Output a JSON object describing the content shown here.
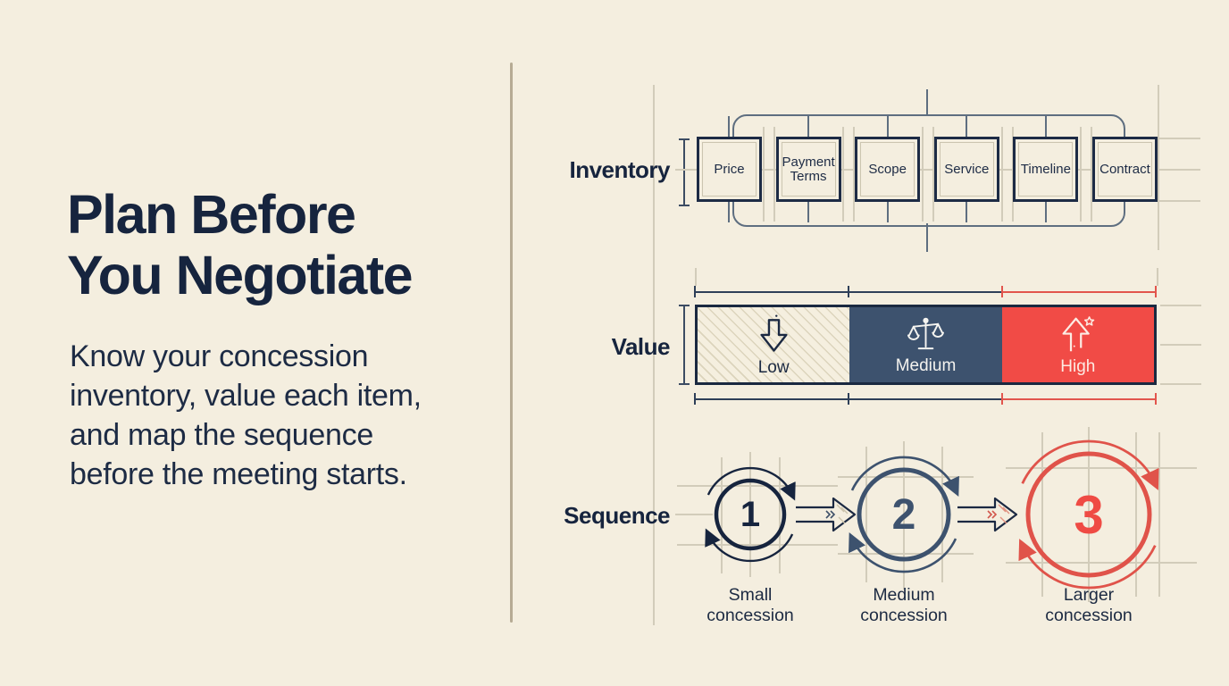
{
  "title": {
    "lines": [
      "Plan Before",
      "You Negotiate"
    ]
  },
  "subtitle": {
    "lines": [
      "Know your concession",
      "inventory, value each item,",
      "and map the sequence",
      "before the meeting starts."
    ]
  },
  "rows": {
    "inventory": {
      "label": "Inventory",
      "items": [
        "Price",
        "Payment Terms",
        "Scope",
        "Service",
        "Timeline",
        "Contract"
      ]
    },
    "value": {
      "label": "Value",
      "segments": [
        {
          "name": "Low",
          "icon": "arrow-down-icon",
          "fill": "hatched-cream"
        },
        {
          "name": "Medium",
          "icon": "balance-scale-icon",
          "fill": "#3d526e"
        },
        {
          "name": "High",
          "icon": "arrow-up-star-icon",
          "fill": "#f14b46"
        }
      ]
    },
    "sequence": {
      "label": "Sequence",
      "steps": [
        {
          "number": "1",
          "caption_lines": [
            "Small",
            "concession"
          ]
        },
        {
          "number": "2",
          "caption_lines": [
            "Medium",
            "concession"
          ]
        },
        {
          "number": "3",
          "caption_lines": [
            "Larger",
            "concession"
          ]
        }
      ]
    }
  },
  "colors": {
    "background": "#f4eedf",
    "navy": "#16243e",
    "slate": "#3d526e",
    "red": "#f14b46",
    "divider_tan": "#b6ab94",
    "guide_gray": "#d2ccba"
  }
}
